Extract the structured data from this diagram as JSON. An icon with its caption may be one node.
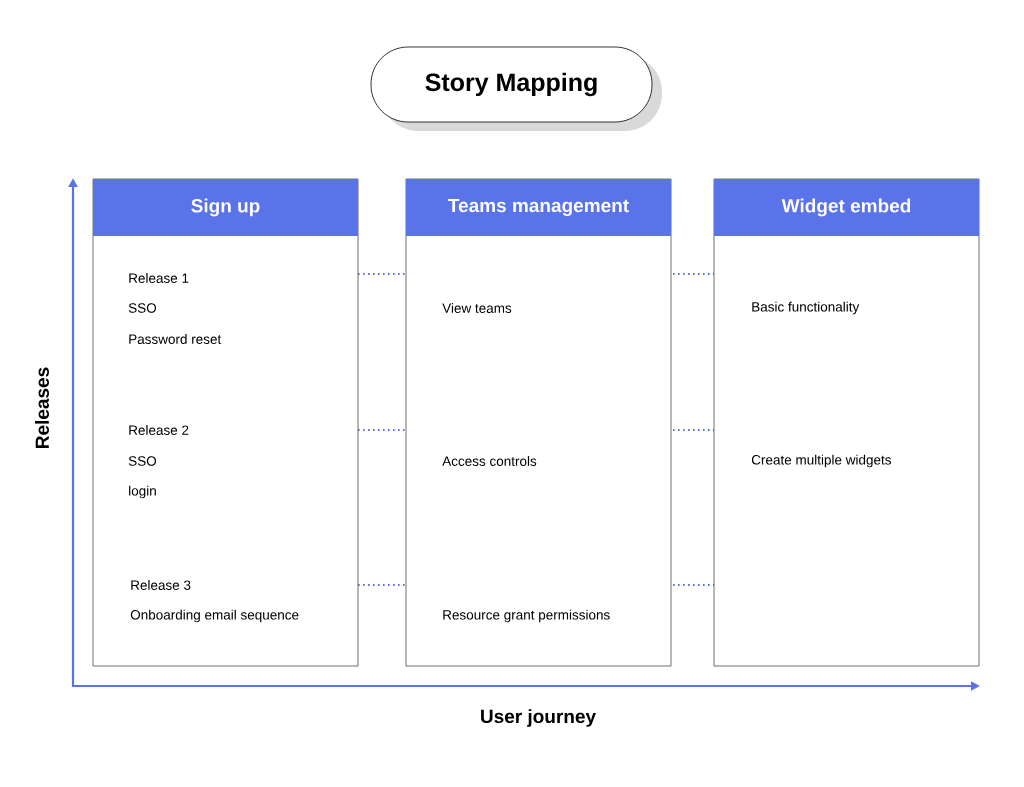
{
  "diagram": {
    "title": "Story Mapping",
    "nodes": [
      {
        "text": [
          "Sign up",
          "Release 1",
          "SSO",
          "Password reset",
          "Release 2",
          "SSO",
          "login",
          "Release 3",
          "Onboarding email sequence"
        ]
      },
      {
        "text": [
          "Teams management",
          "View teams",
          "Access controls",
          "Resource grant permissions"
        ]
      },
      {
        "text": [
          "Widget embed",
          "Basic functionality",
          "Create multiple widgets"
        ]
      }
    ],
    "labels": [
      "Releases",
      "User journey"
    ]
  }
}
